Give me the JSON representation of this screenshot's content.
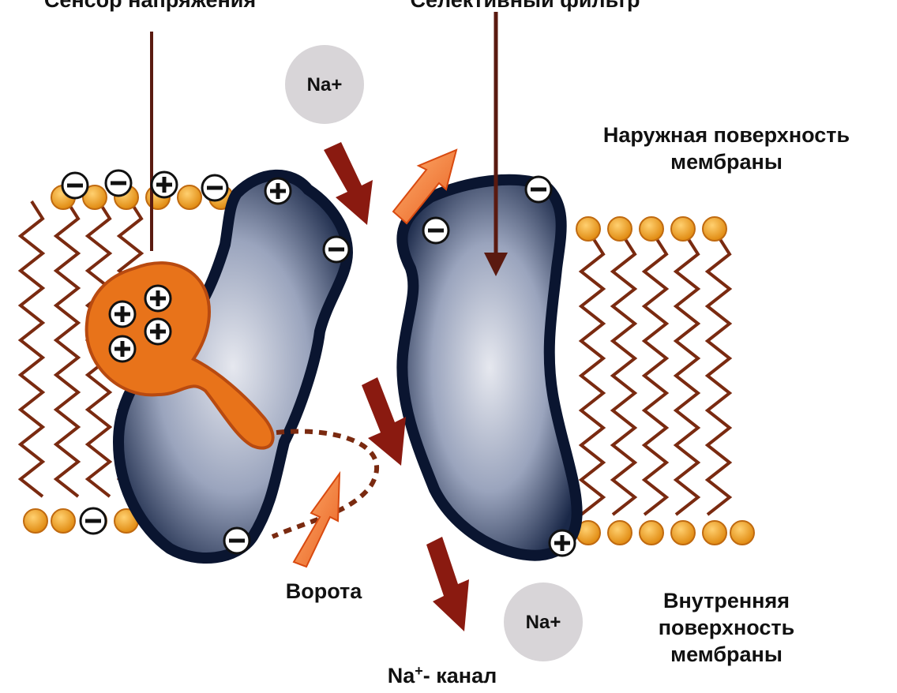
{
  "labels": {
    "top_left": "Сенсор напряжения",
    "top_center": "Селективный фильтр",
    "outer_surface": [
      "Наружная поверхность",
      "мембраны"
    ],
    "gate": "Ворота",
    "inner_surface": [
      "Внутренняя",
      "поверхность",
      "мембраны"
    ],
    "channel_base": "Na",
    "channel_sup": "+",
    "channel_tail": "- канал",
    "ion_top": "Na+",
    "ion_bottom": "Na+"
  },
  "colors": {
    "lipid_head": "#f0a020",
    "lipid_tail": "#7a2a10",
    "protein_dark": "#0f1c3a",
    "protein_light": "#c8ccd8",
    "sensor": "#e8731a",
    "arrow": "#8a1a10",
    "ion_fill": "#d8d5d8"
  }
}
